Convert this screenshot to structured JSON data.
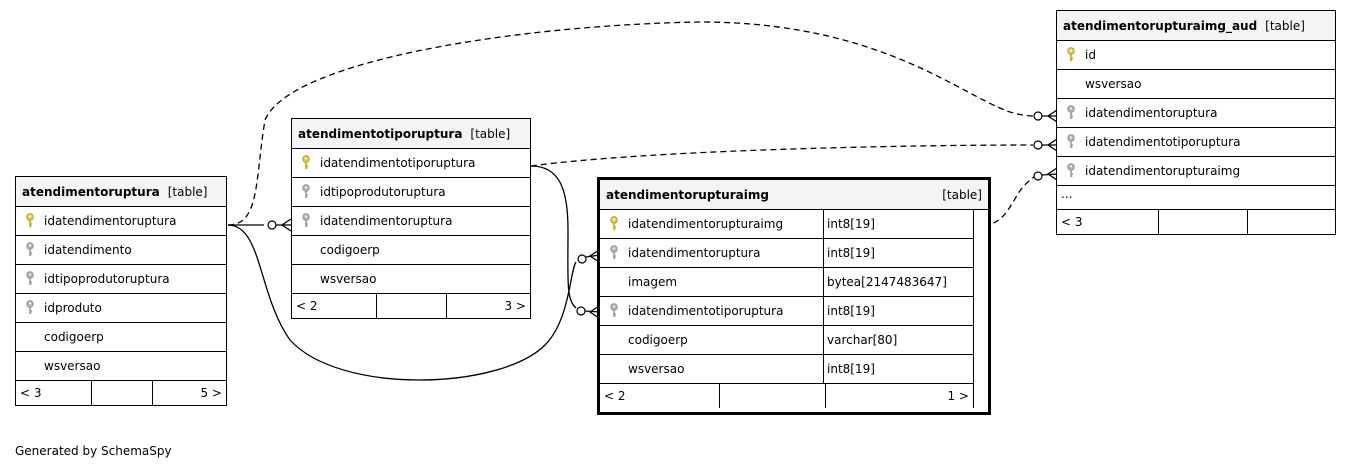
{
  "tables": {
    "t1": {
      "name": "atendimentoruptura",
      "type": "[table]",
      "columns": [
        {
          "name": "idatendimentoruptura",
          "key": "primary"
        },
        {
          "name": "idatendimento",
          "key": "foreign"
        },
        {
          "name": "idtipoprodutoruptura",
          "key": "foreign"
        },
        {
          "name": "idproduto",
          "key": "foreign"
        },
        {
          "name": "codigoerp",
          "key": "none"
        },
        {
          "name": "wsversao",
          "key": "none"
        }
      ],
      "footer": [
        "< 3",
        "",
        "5 >"
      ]
    },
    "t2": {
      "name": "atendimentotiporuptura",
      "type": "[table]",
      "columns": [
        {
          "name": "idatendimentotiporuptura",
          "key": "primary"
        },
        {
          "name": "idtipoprodutoruptura",
          "key": "foreign"
        },
        {
          "name": "idatendimentoruptura",
          "key": "foreign"
        },
        {
          "name": "codigoerp",
          "key": "none"
        },
        {
          "name": "wsversao",
          "key": "none"
        }
      ],
      "footer": [
        "< 2",
        "",
        "3 >"
      ]
    },
    "t3": {
      "name": "atendimentorupturaimg",
      "type": "[table]",
      "columns": [
        {
          "name": "idatendimentorupturaimg",
          "key": "primary",
          "dtype": "int8[19]"
        },
        {
          "name": "idatendimentoruptura",
          "key": "foreign",
          "dtype": "int8[19]"
        },
        {
          "name": "imagem",
          "key": "none",
          "dtype": "bytea[2147483647]"
        },
        {
          "name": "idatendimentotiporuptura",
          "key": "foreign",
          "dtype": "int8[19]"
        },
        {
          "name": "codigoerp",
          "key": "none",
          "dtype": "varchar[80]"
        },
        {
          "name": "wsversao",
          "key": "none",
          "dtype": "int8[19]"
        }
      ],
      "footer": [
        "< 2",
        "",
        "1 >"
      ]
    },
    "t4": {
      "name": "atendimentorupturaimg_aud",
      "type": "[table]",
      "columns": [
        {
          "name": "id",
          "key": "primary"
        },
        {
          "name": "wsversao",
          "key": "none"
        },
        {
          "name": "idatendimentoruptura",
          "key": "foreign"
        },
        {
          "name": "idatendimentotiporuptura",
          "key": "foreign"
        },
        {
          "name": "idatendimentorupturaimg",
          "key": "foreign"
        }
      ],
      "more": "...",
      "footer": [
        "< 3",
        "",
        ""
      ]
    }
  },
  "colors": {
    "primary_key": "#f2d600",
    "foreign_key": "#b4b4b4",
    "header_bg": "#f4f4f4"
  },
  "credit": "Generated by SchemaSpy"
}
